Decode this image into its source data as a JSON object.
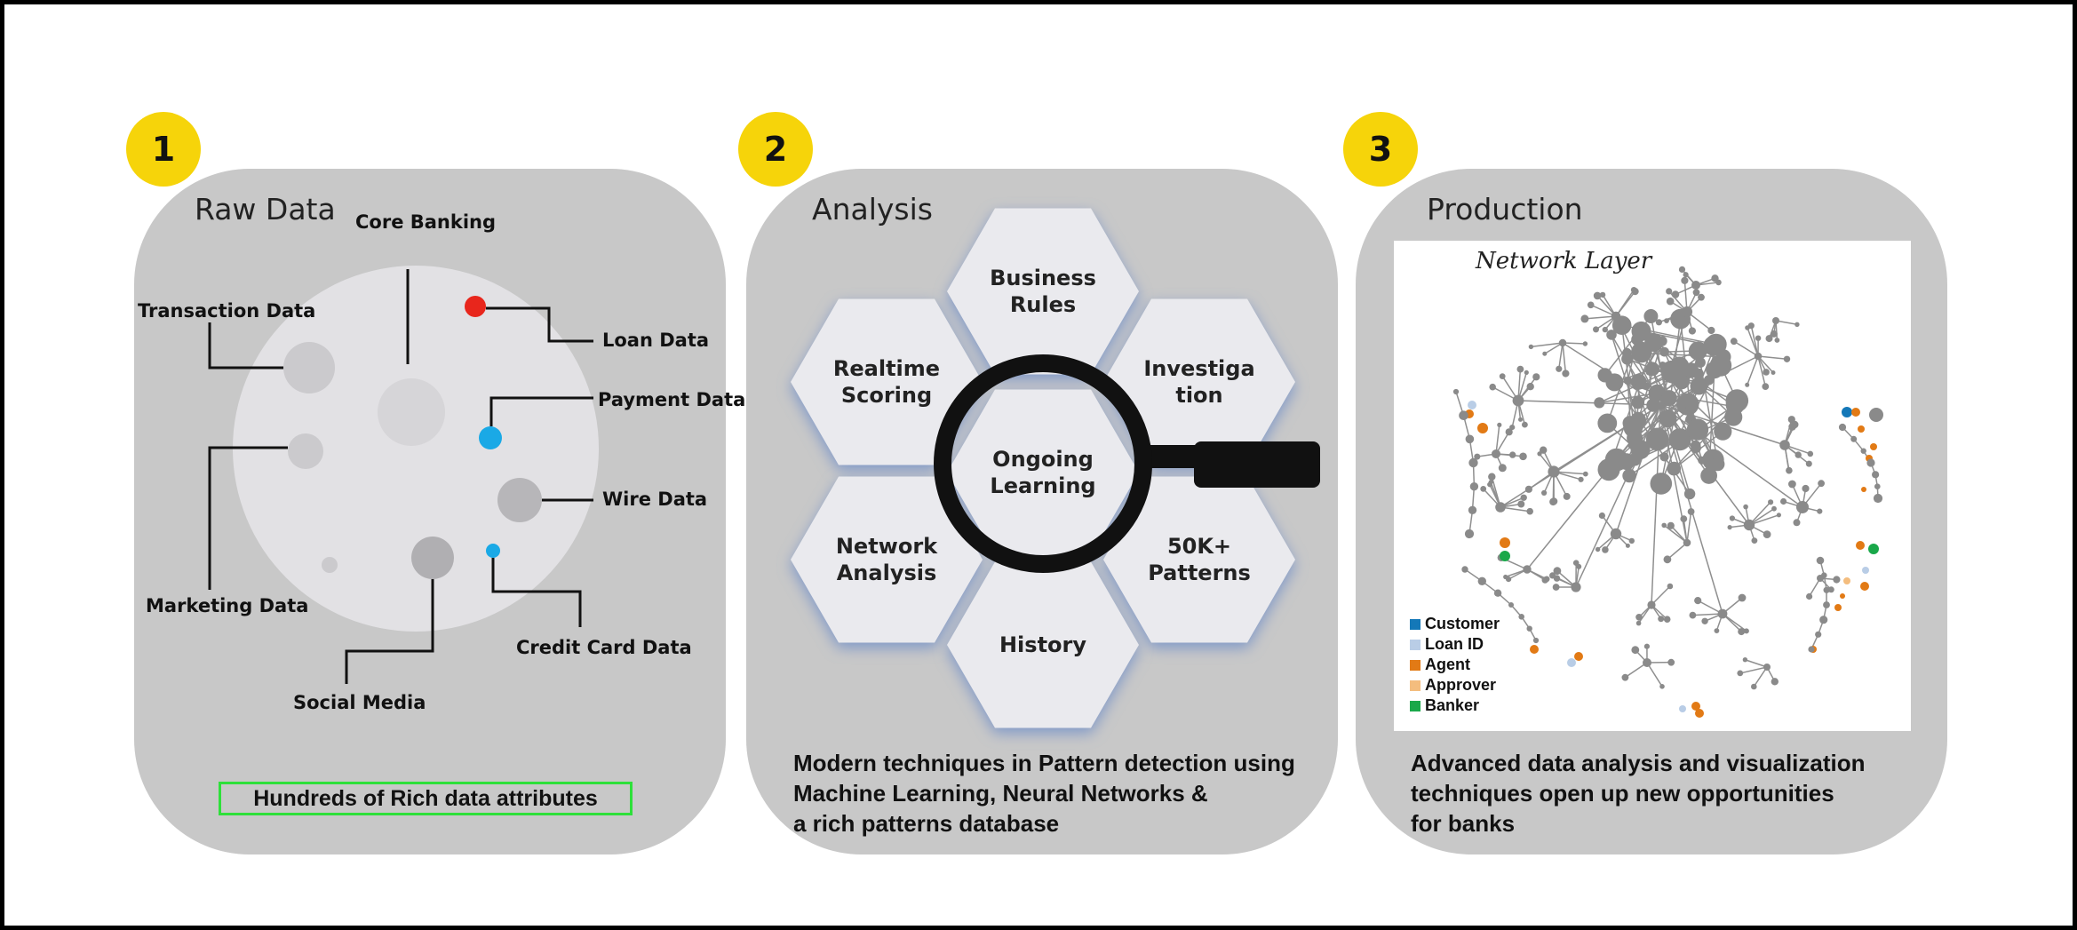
{
  "panels": [
    {
      "number": "1",
      "title": "Raw Data"
    },
    {
      "number": "2",
      "title": "Analysis"
    },
    {
      "number": "3",
      "title": "Production"
    }
  ],
  "raw_data": {
    "labels": {
      "core_banking": "Core Banking",
      "transaction": "Transaction Data",
      "loan": "Loan Data",
      "payment": "Payment Data",
      "wire": "Wire Data",
      "marketing": "Marketing Data",
      "credit_card": "Credit Card Data",
      "social_media": "Social Media"
    },
    "callout": "Hundreds of Rich data attributes",
    "colors": {
      "loan_dot": "#e8261c",
      "payment_dot": "#1aa9e6"
    }
  },
  "analysis": {
    "hexagons": {
      "business_rules": [
        "Business",
        "Rules"
      ],
      "realtime_scoring": [
        "Realtime",
        "Scoring"
      ],
      "investigation": [
        "Investiga",
        "tion"
      ],
      "ongoing_learning": [
        "Ongoing",
        "Learning"
      ],
      "network_analysis": [
        "Network",
        "Analysis"
      ],
      "patterns": [
        "50K+",
        "Patterns"
      ],
      "history": [
        "History"
      ]
    },
    "description": [
      "Modern techniques in Pattern detection using",
      "Machine Learning,  Neural Networks  &",
      "a rich patterns database"
    ]
  },
  "production": {
    "network_title": "Network Layer",
    "legend": [
      {
        "label": "Customer",
        "color": "#1478b8"
      },
      {
        "label": "Loan ID",
        "color": "#b9cde6"
      },
      {
        "label": "Agent",
        "color": "#e27a15"
      },
      {
        "label": "Approver",
        "color": "#f4bd7e"
      },
      {
        "label": "Banker",
        "color": "#1aa84a"
      }
    ],
    "description": [
      "Advanced data analysis and visualization",
      "techniques open up new opportunities",
      "for banks"
    ]
  },
  "colors": {
    "badge": "#f6d40a",
    "panel": "#c8c8c8",
    "node": "#8a8a8a"
  }
}
